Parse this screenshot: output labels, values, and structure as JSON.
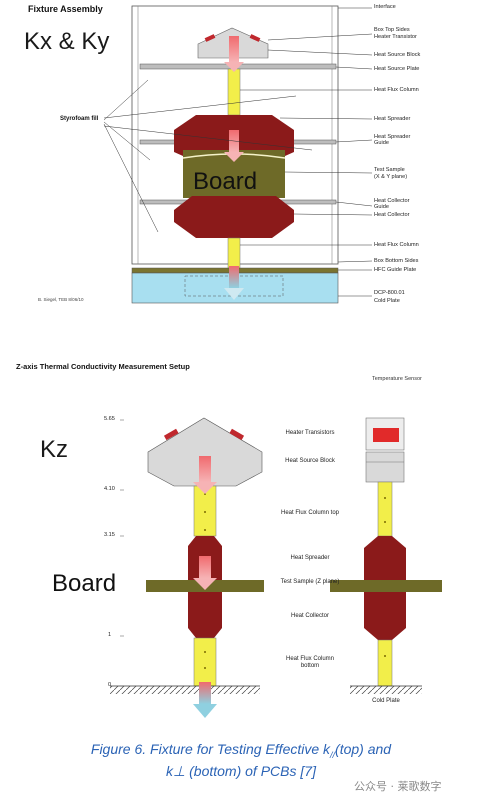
{
  "top": {
    "title": "Fixture Assembly",
    "big_label": "Kx & Ky",
    "board_label": "Board",
    "styrofoam": "Styrofoam fill",
    "author": "B. Siegel, TEB 8/06/10",
    "sample_label_line1": "Test Sample",
    "sample_label_line2": "(X & Y plane)",
    "labels": [
      "Interface",
      "Box Top Sides",
      "Heater Transistor",
      "Heat Source Block",
      "Heat Source Plate",
      "Heat Flux Column",
      "Heat Spreader",
      "Heat Spreader Guide",
      "Heat Collector Guide",
      "Heat Collector",
      "Heat Flux Column",
      "Box Bottom Sides",
      "HFC Guide Plate",
      "DCP-800.01",
      "Cold Plate"
    ]
  },
  "bottom": {
    "title": "Z-axis Thermal Conductivity Measurement Setup",
    "sensor_label": "Temperature Sensor",
    "big_label": "Kz",
    "board_label": "Board",
    "ticks": [
      "5.65",
      "4.10",
      "3.15",
      "1",
      "0"
    ],
    "labels": [
      "Heater Transistors",
      "Heat Source Block",
      "Heat Flux Column top",
      "Heat Spreader",
      "Test Sample (Z plane)",
      "Heat Collector",
      "Heat Flux Column bottom",
      "Cold Plate"
    ]
  },
  "caption": {
    "line1": "Figure 6. Fixture for Testing Effective k",
    "sub1": "//",
    "line1b": "(top) and",
    "line2": "k⊥ (bottom) of PCBs [7]"
  },
  "watermark": "公众号 · 莱歌数字",
  "colors": {
    "maroon": "#8b1a1a",
    "olive": "#6e6a28",
    "yellow": "#f2ee4a",
    "cold_plate": "#a8dff0",
    "arrow": "#e8484d",
    "gray_block": "#d9d9d9",
    "caption": "#2b63b5"
  }
}
